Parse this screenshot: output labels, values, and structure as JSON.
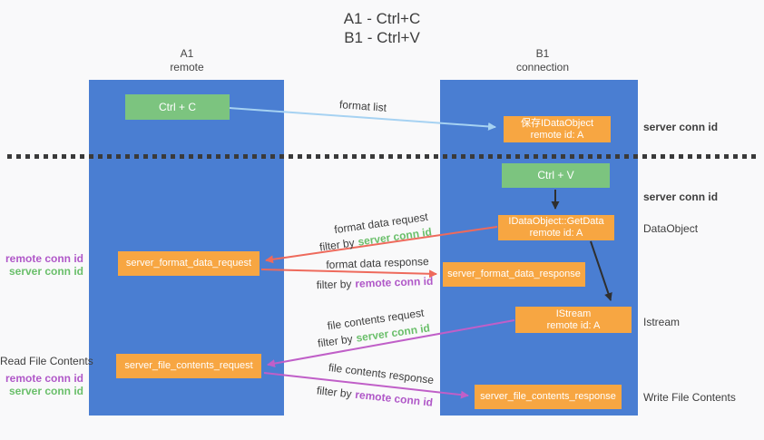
{
  "title": {
    "line1": "A1 - Ctrl+C",
    "line2": "B1 - Ctrl+V"
  },
  "columns": {
    "a1": {
      "name": "A1",
      "subtitle": "remote"
    },
    "b1": {
      "name": "B1",
      "subtitle": "connection"
    }
  },
  "nodes": {
    "ctrl_c": {
      "label": "Ctrl + C"
    },
    "save_idataobject": {
      "line1": "保存IDataObject",
      "line2": "remote id: A"
    },
    "ctrl_v": {
      "label": "Ctrl + V"
    },
    "getdata": {
      "line1": "IDataObject::GetData",
      "line2": "remote id: A"
    },
    "server_format_data_request": {
      "label": "server_format_data_request"
    },
    "server_format_data_response": {
      "label": "server_format_data_response"
    },
    "istream": {
      "line1": "IStream",
      "line2": "remote id: A"
    },
    "server_file_contents_request": {
      "label": "server_file_contents_request"
    },
    "server_file_contents_response": {
      "label": "server_file_contents_response"
    }
  },
  "flow_labels": {
    "format_list": "format list",
    "format_data_request": "format data request",
    "format_data_response": "format data response",
    "file_contents_request": "file contents request",
    "file_contents_response": "file contents response",
    "filter_by": "filter by",
    "server_conn_id": "server conn id",
    "remote_conn_id": "remote conn id"
  },
  "side_labels": {
    "left_remote_conn_id": "remote conn id",
    "left_server_conn_id": "server conn id",
    "read_file_contents": "Read File Contents",
    "read_remote_conn_id": "remote conn id",
    "read_server_conn_id": "server conn id",
    "right_server_conn_id_top": "server conn id",
    "right_server_conn_id_mid": "server conn id",
    "data_object": "DataObject",
    "istream": "Istream",
    "write_file_contents": "Write File Contents"
  },
  "colors": {
    "column-blue": "#4a7ed2",
    "box-orange": "#f7a642",
    "box-green": "#7cc47f",
    "green-text": "#6abf6a",
    "purple-text": "#b058c8",
    "red-arrow": "#ee6a5c",
    "magenta-arrow": "#c05fc8",
    "lightblue-arrow": "#a6d2f2",
    "black-arrow": "#2f2f2f",
    "ink": "#3d3d3d"
  }
}
